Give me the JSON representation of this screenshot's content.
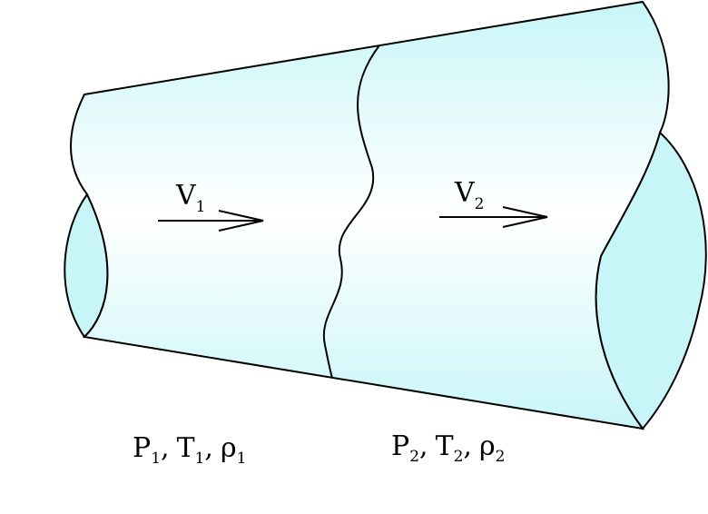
{
  "diagram": {
    "colors": {
      "duct_fill_light": "#ffffff",
      "duct_fill": "#c8f6f8",
      "end_cap_fill": "#c8f6f8",
      "stroke": "#000000"
    },
    "velocity_upstream": {
      "symbol": "V",
      "subscript": "1"
    },
    "velocity_downstream": {
      "symbol": "V",
      "subscript": "2"
    },
    "state_upstream": {
      "p": "P",
      "p_sub": "1",
      "t": "T",
      "t_sub": "1",
      "rho": "ρ",
      "rho_sub": "1",
      "sep": ","
    },
    "state_downstream": {
      "p": "P",
      "p_sub": "2",
      "t": "T",
      "t_sub": "2",
      "rho": "ρ",
      "rho_sub": "2",
      "sep": ","
    }
  }
}
